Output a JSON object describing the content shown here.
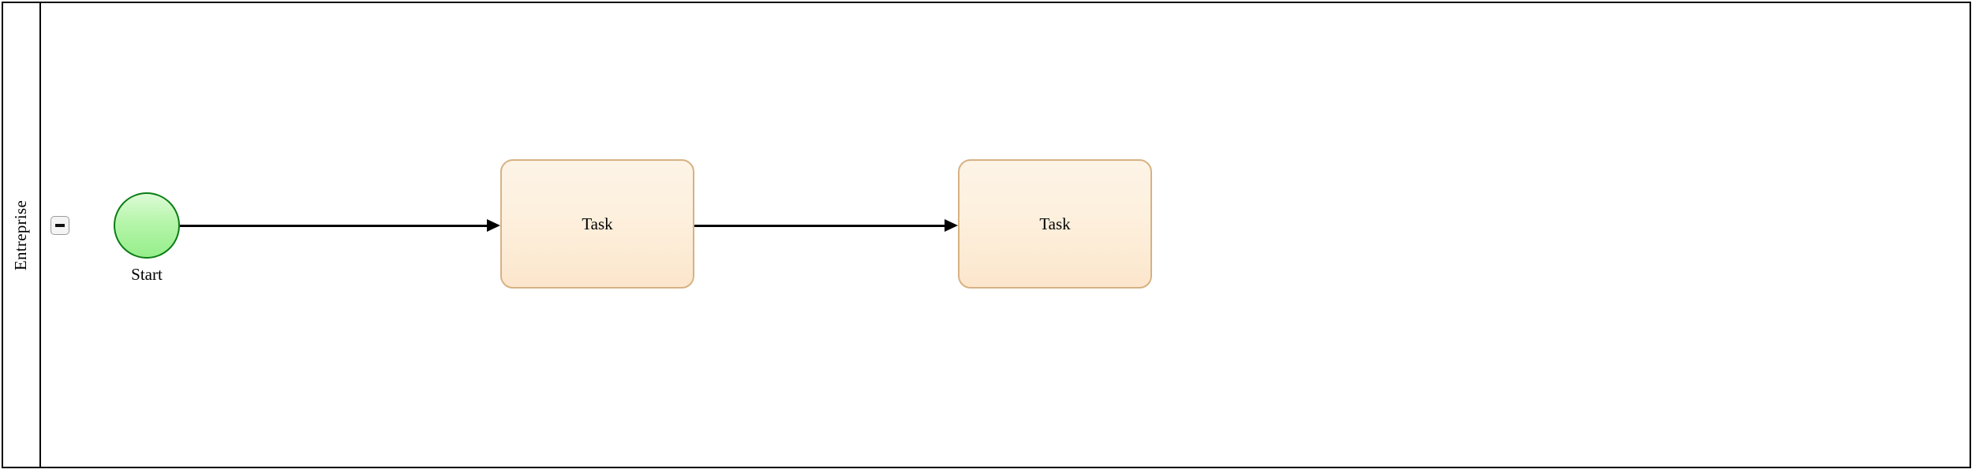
{
  "diagram": {
    "type": "bpmn-process-diagram",
    "notation": "BPMN",
    "background_color": "#ffffff",
    "border_color": "#000000"
  },
  "pool": {
    "name": "Entreprise",
    "lane_header_label": "Entreprise",
    "collapse_toggle": {
      "icon": "minus-icon",
      "state": "expanded",
      "tooltip": "Collapse"
    }
  },
  "nodes": [
    {
      "id": "start-event",
      "kind": "start-event",
      "shape": "circle",
      "label": "Start",
      "fill_top": "#ddfbd6",
      "fill_bottom": "#96ee8b",
      "stroke": "#0a7d14"
    },
    {
      "id": "task-1",
      "kind": "task",
      "shape": "rounded-rectangle",
      "label": "Task",
      "fill_top": "#fdf4e6",
      "fill_bottom": "#fce6cc",
      "stroke": "#d7b183"
    },
    {
      "id": "task-2",
      "kind": "task",
      "shape": "rounded-rectangle",
      "label": "Task",
      "fill_top": "#fdf4e6",
      "fill_bottom": "#fce6cc",
      "stroke": "#d7b183"
    }
  ],
  "flows": [
    {
      "id": "flow-1",
      "kind": "sequence-flow",
      "from": "start-event",
      "to": "task-1",
      "label": "",
      "stroke": "#000000",
      "arrowhead": "filled-triangle"
    },
    {
      "id": "flow-2",
      "kind": "sequence-flow",
      "from": "task-1",
      "to": "task-2",
      "label": "",
      "stroke": "#000000",
      "arrowhead": "filled-triangle"
    }
  ]
}
